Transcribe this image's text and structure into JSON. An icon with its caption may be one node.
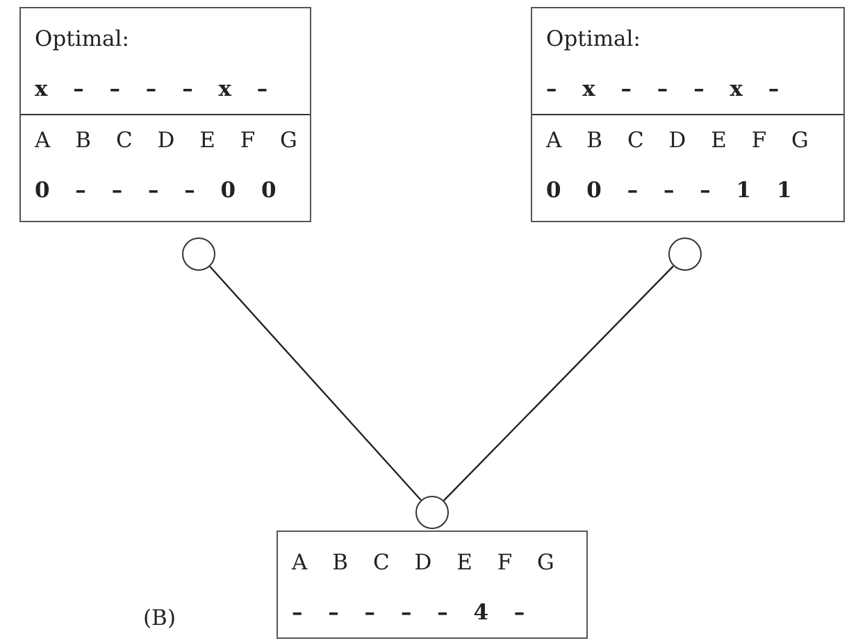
{
  "diagram": {
    "nodes": [
      {
        "text": [
          "Optimal:",
          "x – – – – x –",
          "A B C D E F G",
          "0 – – – – 0 0"
        ]
      },
      {
        "text": [
          "Optimal:",
          "– x – – – x –",
          "A B C D E F G",
          "0 0 – – – 1 1"
        ]
      },
      {
        "text": [],
        "shape": "circle"
      },
      {
        "text": [],
        "shape": "circle"
      },
      {
        "text": [],
        "shape": "circle"
      },
      {
        "text": [
          "A B C D E F G",
          "– – – – – 4 –"
        ]
      }
    ],
    "edges": [
      {
        "from": 2,
        "to": 4,
        "arrow": "none"
      },
      {
        "from": 3,
        "to": 4,
        "arrow": "none"
      }
    ],
    "labels": [
      "(B)"
    ]
  }
}
